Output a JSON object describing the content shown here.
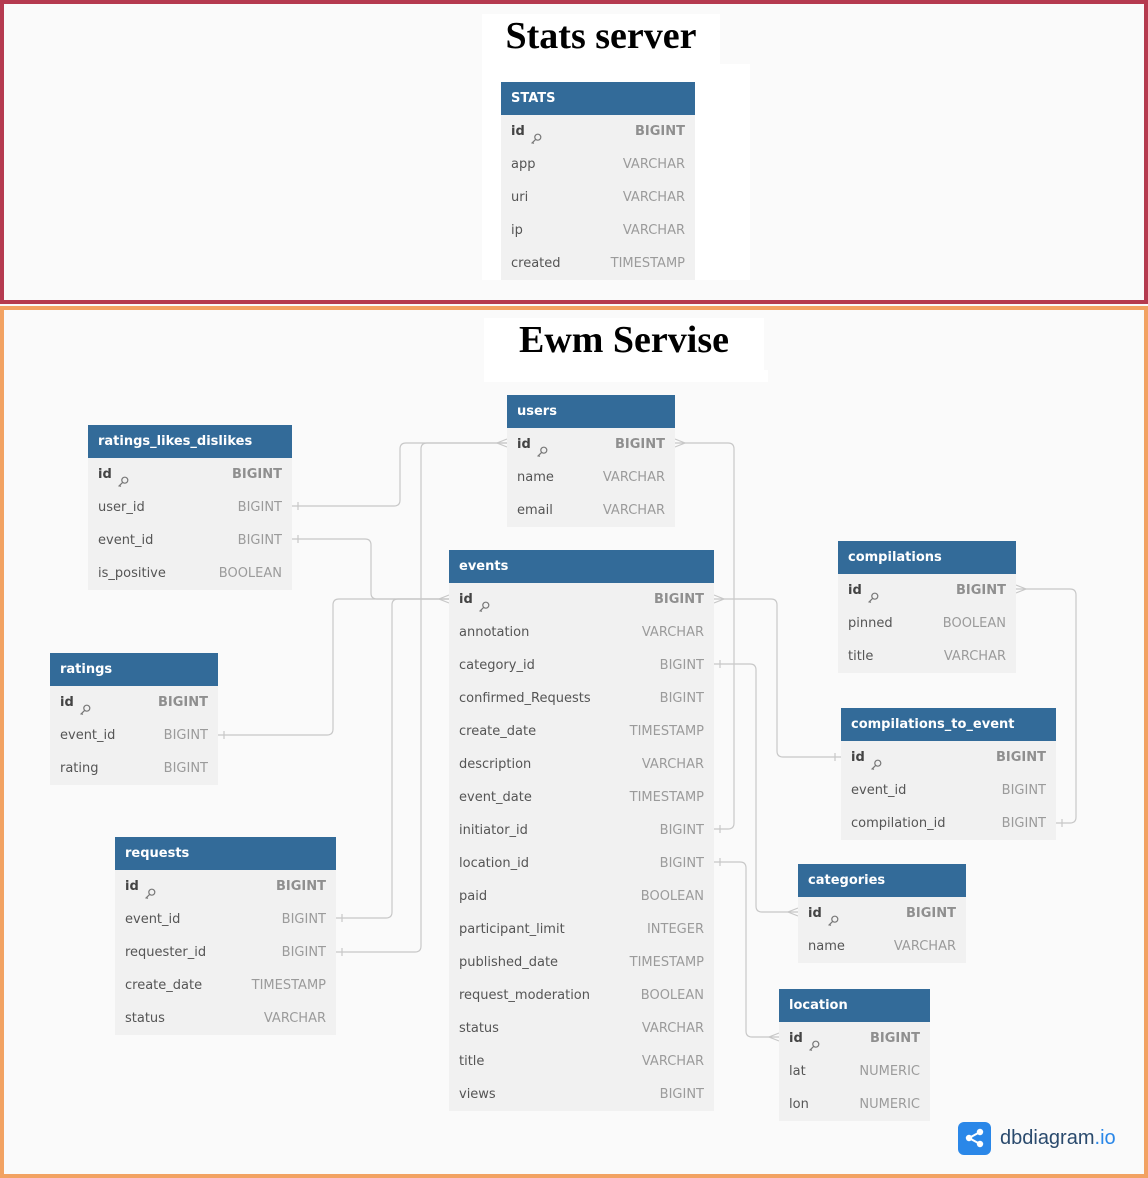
{
  "sections": {
    "stats_title": "Stats server",
    "ewm_title": "Ewm Servise"
  },
  "colors": {
    "stats_border": "#b53a4f",
    "ewm_border": "#f2a262",
    "table_header": "#336b99",
    "table_body": "#f1f1f1",
    "relation_line": "#c8c8c8"
  },
  "tables": {
    "stats": {
      "name": "STATS",
      "columns": [
        {
          "name": "id",
          "type": "BIGINT",
          "pk": true
        },
        {
          "name": "app",
          "type": "VARCHAR"
        },
        {
          "name": "uri",
          "type": "VARCHAR"
        },
        {
          "name": "ip",
          "type": "VARCHAR"
        },
        {
          "name": "created",
          "type": "TIMESTAMP"
        }
      ]
    },
    "users": {
      "name": "users",
      "columns": [
        {
          "name": "id",
          "type": "BIGINT",
          "pk": true
        },
        {
          "name": "name",
          "type": "VARCHAR"
        },
        {
          "name": "email",
          "type": "VARCHAR"
        }
      ]
    },
    "ratings_likes_dislikes": {
      "name": "ratings_likes_dislikes",
      "columns": [
        {
          "name": "id",
          "type": "BIGINT",
          "pk": true
        },
        {
          "name": "user_id",
          "type": "BIGINT"
        },
        {
          "name": "event_id",
          "type": "BIGINT"
        },
        {
          "name": "is_positive",
          "type": "BOOLEAN"
        }
      ]
    },
    "ratings": {
      "name": "ratings",
      "columns": [
        {
          "name": "id",
          "type": "BIGINT",
          "pk": true
        },
        {
          "name": "event_id",
          "type": "BIGINT"
        },
        {
          "name": "rating",
          "type": "BIGINT"
        }
      ]
    },
    "requests": {
      "name": "requests",
      "columns": [
        {
          "name": "id",
          "type": "BIGINT",
          "pk": true
        },
        {
          "name": "event_id",
          "type": "BIGINT"
        },
        {
          "name": "requester_id",
          "type": "BIGINT"
        },
        {
          "name": "create_date",
          "type": "TIMESTAMP"
        },
        {
          "name": "status",
          "type": "VARCHAR"
        }
      ]
    },
    "events": {
      "name": "events",
      "columns": [
        {
          "name": "id",
          "type": "BIGINT",
          "pk": true
        },
        {
          "name": "annotation",
          "type": "VARCHAR"
        },
        {
          "name": "category_id",
          "type": "BIGINT"
        },
        {
          "name": "confirmed_Requests",
          "type": "BIGINT"
        },
        {
          "name": "create_date",
          "type": "TIMESTAMP"
        },
        {
          "name": "description",
          "type": "VARCHAR"
        },
        {
          "name": "event_date",
          "type": "TIMESTAMP"
        },
        {
          "name": "initiator_id",
          "type": "BIGINT"
        },
        {
          "name": "location_id",
          "type": "BIGINT"
        },
        {
          "name": "paid",
          "type": "BOOLEAN"
        },
        {
          "name": "participant_limit",
          "type": "INTEGER"
        },
        {
          "name": "published_date",
          "type": "TIMESTAMP"
        },
        {
          "name": "request_moderation",
          "type": "BOOLEAN"
        },
        {
          "name": "status",
          "type": "VARCHAR"
        },
        {
          "name": "title",
          "type": "VARCHAR"
        },
        {
          "name": "views",
          "type": "BIGINT"
        }
      ]
    },
    "compilations": {
      "name": "compilations",
      "columns": [
        {
          "name": "id",
          "type": "BIGINT",
          "pk": true
        },
        {
          "name": "pinned",
          "type": "BOOLEAN"
        },
        {
          "name": "title",
          "type": "VARCHAR"
        }
      ]
    },
    "compilations_to_event": {
      "name": "compilations_to_event",
      "columns": [
        {
          "name": "id",
          "type": "BIGINT",
          "pk": true
        },
        {
          "name": "event_id",
          "type": "BIGINT"
        },
        {
          "name": "compilation_id",
          "type": "BIGINT"
        }
      ]
    },
    "categories": {
      "name": "categories",
      "columns": [
        {
          "name": "id",
          "type": "BIGINT",
          "pk": true
        },
        {
          "name": "name",
          "type": "VARCHAR"
        }
      ]
    },
    "location": {
      "name": "location",
      "columns": [
        {
          "name": "id",
          "type": "BIGINT",
          "pk": true
        },
        {
          "name": "lat",
          "type": "NUMERIC"
        },
        {
          "name": "lon",
          "type": "NUMERIC"
        }
      ]
    }
  },
  "relations": [
    {
      "from": "ratings_likes_dislikes.user_id",
      "to": "users.id"
    },
    {
      "from": "ratings_likes_dislikes.event_id",
      "to": "events.id"
    },
    {
      "from": "ratings.event_id",
      "to": "events.id"
    },
    {
      "from": "requests.event_id",
      "to": "events.id"
    },
    {
      "from": "requests.requester_id",
      "to": "users.id"
    },
    {
      "from": "events.initiator_id",
      "to": "users.id"
    },
    {
      "from": "events.category_id",
      "to": "categories.id"
    },
    {
      "from": "events.location_id",
      "to": "location.id"
    },
    {
      "from": "compilations_to_event.event_id",
      "to": "events.id"
    },
    {
      "from": "compilations_to_event.compilation_id",
      "to": "compilations.id"
    }
  ],
  "brand": {
    "name": "dbdiagram",
    "suffix": ".io",
    "icon": "share-nodes-icon"
  }
}
